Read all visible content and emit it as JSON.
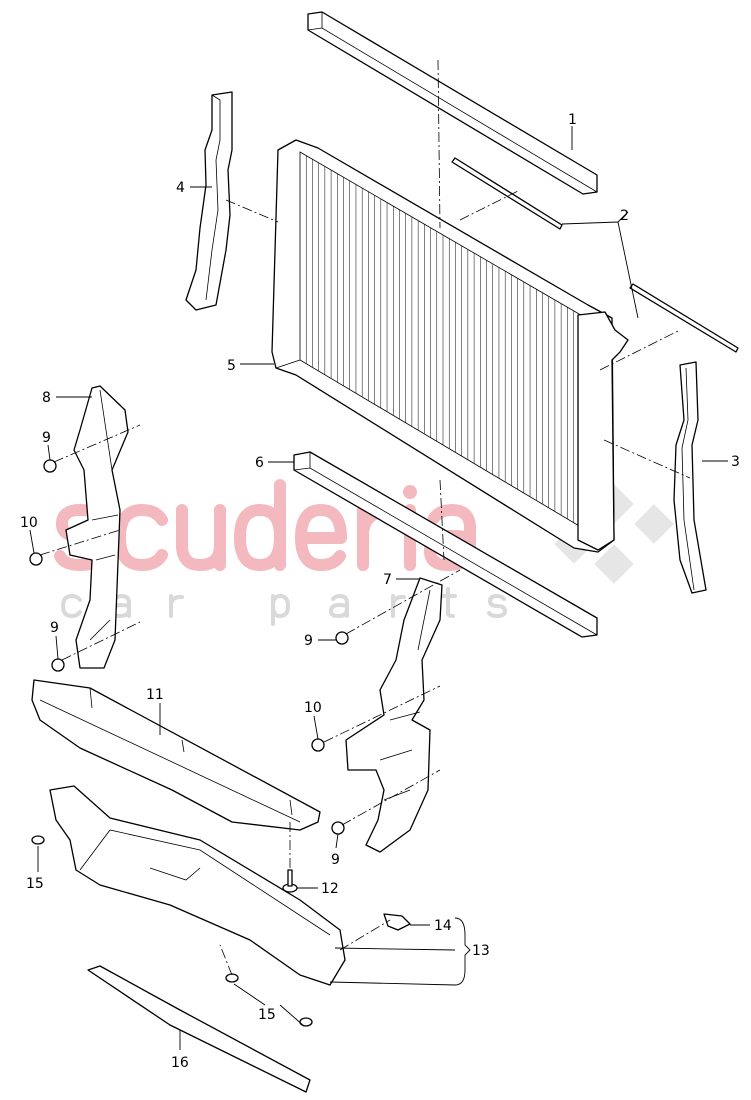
{
  "watermark": {
    "brand": "scuderia",
    "tagline": "car parts",
    "brand_color": "#f4b8bf"
  },
  "callouts": [
    {
      "id": "c1",
      "text": "1"
    },
    {
      "id": "c2",
      "text": "2"
    },
    {
      "id": "c3",
      "text": "3"
    },
    {
      "id": "c4",
      "text": "4"
    },
    {
      "id": "c5",
      "text": "5"
    },
    {
      "id": "c6",
      "text": "6"
    },
    {
      "id": "c7",
      "text": "7"
    },
    {
      "id": "c8",
      "text": "8"
    },
    {
      "id": "c9a",
      "text": "9"
    },
    {
      "id": "c10a",
      "text": "10"
    },
    {
      "id": "c9b",
      "text": "9"
    },
    {
      "id": "c11",
      "text": "11"
    },
    {
      "id": "c9c",
      "text": "9"
    },
    {
      "id": "c10b",
      "text": "10"
    },
    {
      "id": "c9d",
      "text": "9"
    },
    {
      "id": "c12",
      "text": "12"
    },
    {
      "id": "c15a",
      "text": "15"
    },
    {
      "id": "c14",
      "text": "14"
    },
    {
      "id": "c13",
      "text": "13"
    },
    {
      "id": "c15b",
      "text": "15"
    },
    {
      "id": "c16",
      "text": "16"
    }
  ]
}
